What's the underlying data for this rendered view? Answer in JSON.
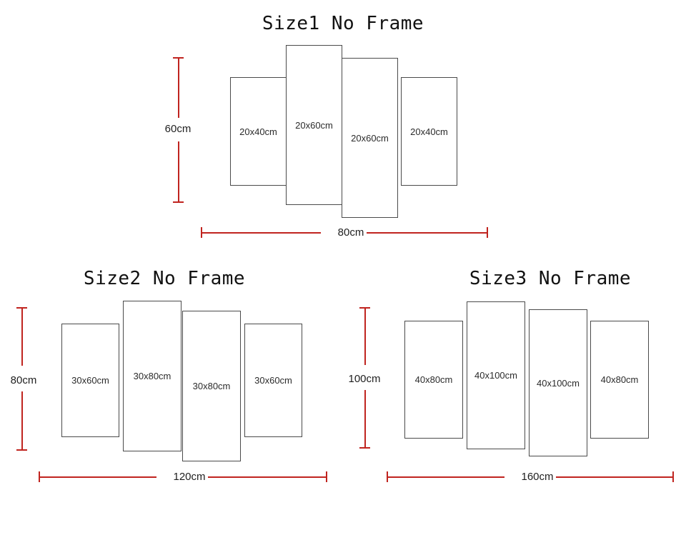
{
  "page": {
    "background_color": "#ffffff",
    "line_color": "#4a4a4a",
    "dimension_color": "#c0241f",
    "text_color": "#222222"
  },
  "groups": [
    {
      "id": "size1",
      "title": "Size1 No Frame",
      "width_label": "80cm",
      "height_label": "60cm",
      "panels": [
        {
          "label": "20x40cm"
        },
        {
          "label": "20x60cm"
        },
        {
          "label": "20x60cm"
        },
        {
          "label": "20x40cm"
        }
      ]
    },
    {
      "id": "size2",
      "title": "Size2 No Frame",
      "width_label": "120cm",
      "height_label": "80cm",
      "panels": [
        {
          "label": "30x60cm"
        },
        {
          "label": "30x80cm"
        },
        {
          "label": "30x80cm"
        },
        {
          "label": "30x60cm"
        }
      ]
    },
    {
      "id": "size3",
      "title": "Size3 No Frame",
      "width_label": "160cm",
      "height_label": "100cm",
      "panels": [
        {
          "label": "40x80cm"
        },
        {
          "label": "40x100cm"
        },
        {
          "label": "40x100cm"
        },
        {
          "label": "40x80cm"
        }
      ]
    }
  ]
}
